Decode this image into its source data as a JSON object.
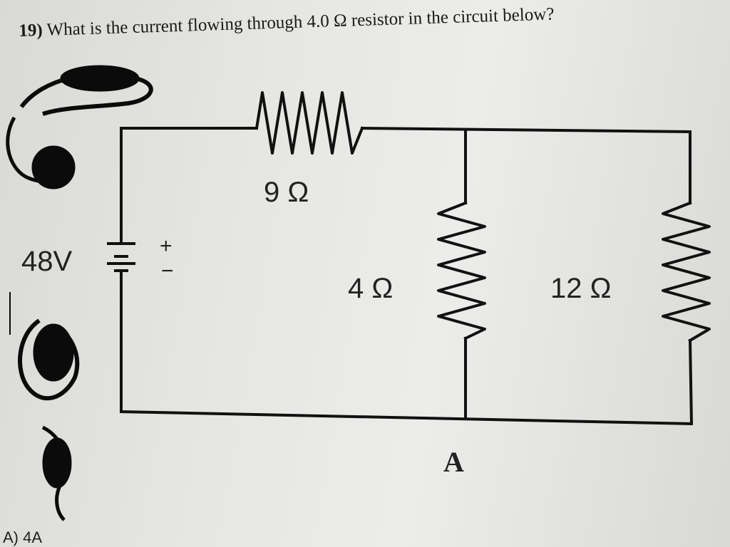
{
  "question": {
    "number": "19)",
    "text": "What is the current flowing through 4.0 Ω resistor in the circuit below?"
  },
  "circuit": {
    "battery_voltage": "48V",
    "battery_plus": "+",
    "battery_minus": "−",
    "resistor_top": "9 Ω",
    "resistor_middle": "4 Ω",
    "resistor_right": "12 Ω",
    "node_label": "A"
  },
  "answer_choice": "A) 4A",
  "colors": {
    "ink": "#111111",
    "paper": "#e6e6e3",
    "pen": "#0b0b0b"
  }
}
